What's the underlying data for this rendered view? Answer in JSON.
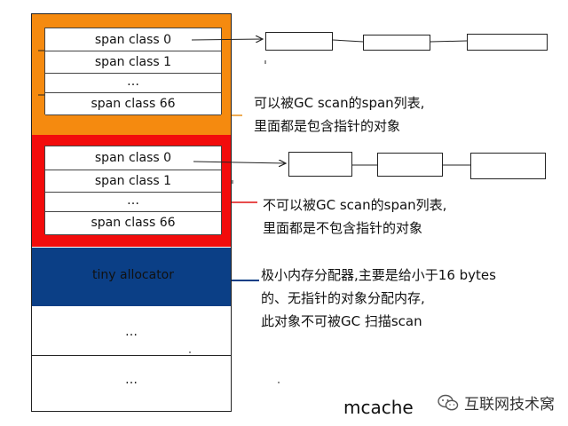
{
  "orange_section": {
    "rows": [
      "span class 0",
      "span class 1",
      "…",
      "span class 66"
    ],
    "note_lines": [
      "可以被GC scan的span列表,",
      "里面都是包含指针的对象"
    ],
    "color": "#f58a0f"
  },
  "red_section": {
    "rows": [
      "span class 0",
      "span class 1",
      "…",
      "span class 66"
    ],
    "note_lines": [
      "不可以被GC scan的span列表,",
      "里面都是不包含指针的对象"
    ],
    "color": "#f20c0c"
  },
  "tiny_section": {
    "label": "tiny allocator",
    "note_lines": [
      "极小内存分配器,主要是给小于16 bytes",
      "的、无指针的对象分配内存,",
      "此对象不可被GC 扫描scan"
    ],
    "color": "#0b3f86"
  },
  "empty_rows": [
    "…",
    "…"
  ],
  "title": "mcache",
  "watermark": {
    "icon": "wechat-icon",
    "text": "互联网技术窝"
  }
}
